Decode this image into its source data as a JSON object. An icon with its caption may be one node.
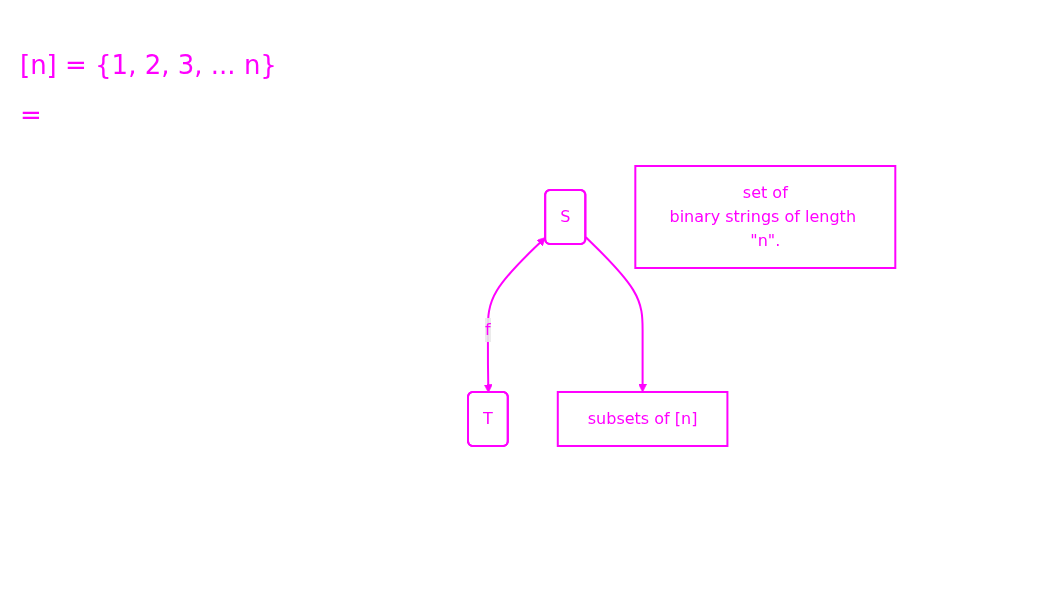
{
  "diagram": {
    "nodes": [
      {
        "text": [
          "S"
        ]
      },
      {
        "text": [
          "T"
        ]
      },
      {
        "text": [
          "subsets of [n]"
        ]
      },
      {
        "text": [
          "set of",
          "binary strings of length \"n\"."
        ]
      }
    ],
    "edges": [
      {
        "from": 0,
        "to": 1,
        "arrow": "both",
        "label": "f"
      },
      {
        "from": 0,
        "to": 2,
        "arrow": "to"
      }
    ],
    "labels": [
      "[n] = {1, 2, 3, ... n}",
      "="
    ]
  }
}
